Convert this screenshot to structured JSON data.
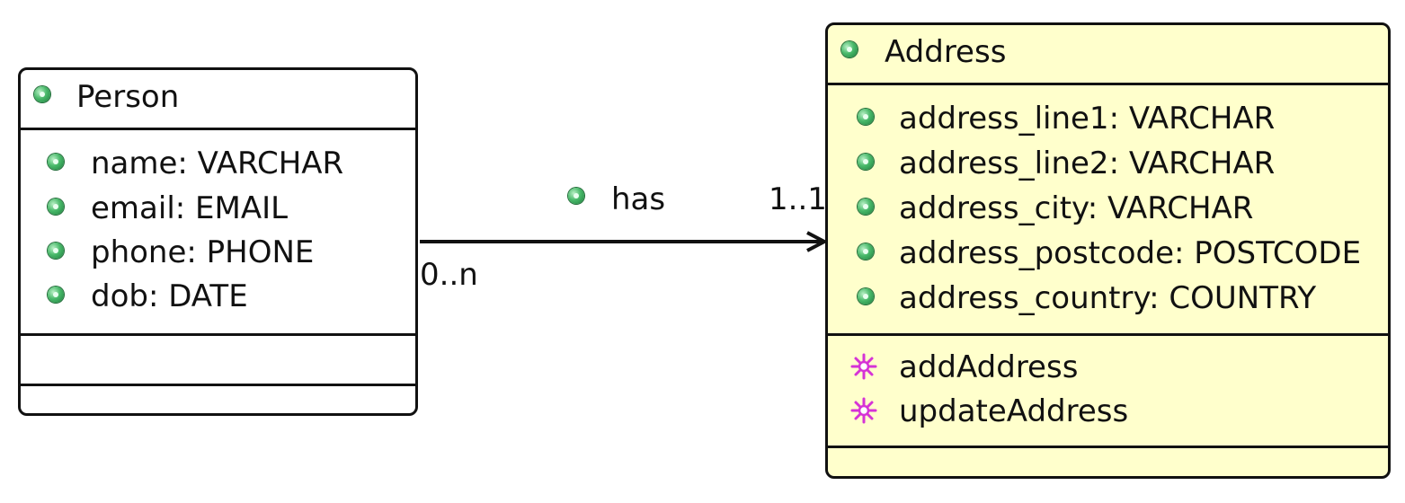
{
  "person": {
    "title": "Person",
    "attributes": [
      "name: VARCHAR",
      "email: EMAIL",
      "phone: PHONE",
      "dob: DATE"
    ]
  },
  "address": {
    "title": "Address",
    "attributes": [
      "address_line1: VARCHAR",
      "address_line2: VARCHAR",
      "address_city: VARCHAR",
      "address_postcode: POSTCODE",
      "address_country: COUNTRY"
    ],
    "operations": [
      "addAddress",
      "updateAddress"
    ],
    "fill": "#ffffcc"
  },
  "association": {
    "name": "has",
    "source_multiplicity": "0..n",
    "target_multiplicity": "1..1"
  },
  "colors": {
    "attribute_icon": "#3fae5f",
    "operation_icon": "#d633d6"
  },
  "icons": {
    "attribute": "green-dot-icon",
    "operation": "magenta-star-icon"
  }
}
